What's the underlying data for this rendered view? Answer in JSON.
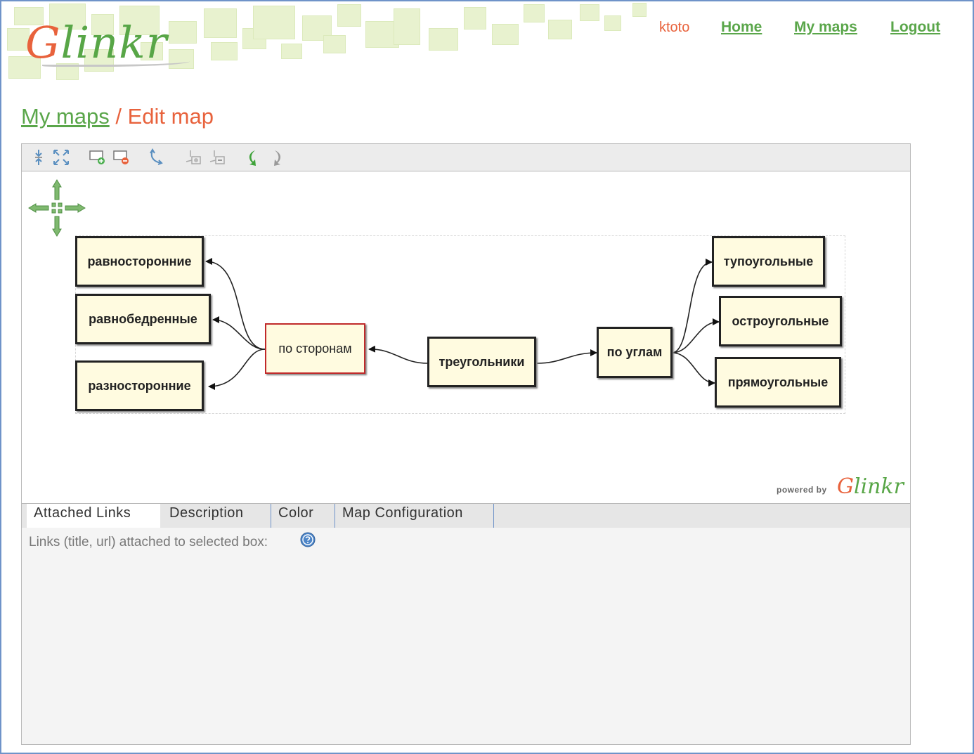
{
  "header": {
    "logo_first": "G",
    "logo_rest": "linkr",
    "username": "ktoto",
    "nav": [
      {
        "label": "Home"
      },
      {
        "label": "My maps"
      },
      {
        "label": "Logout"
      }
    ]
  },
  "breadcrumb": {
    "parent": "My maps",
    "separator": "/",
    "current": "Edit map"
  },
  "toolbar": {
    "buttons": [
      "collapse-icon",
      "expand-icon",
      "add-child-box-icon",
      "delete-box-icon",
      "reconnect-icon",
      "add-sibling-icon",
      "remove-sibling-icon",
      "undo-icon",
      "redo-icon"
    ]
  },
  "map": {
    "nodes": {
      "root": "треугольники",
      "sides": "по сторонам",
      "angles": "по углам",
      "equilateral": "равносторонние",
      "isosceles": "равнобедренные",
      "scalene": "разносторонние",
      "obtuse": "тупоугольные",
      "acute": "остроугольные",
      "right": "прямоугольные"
    },
    "selected": "sides"
  },
  "powered_by": {
    "label": "powered by",
    "logo_first": "G",
    "logo_rest": "linkr"
  },
  "tabs": [
    {
      "label": "Attached Links"
    },
    {
      "label": "Description"
    },
    {
      "label": "Color"
    },
    {
      "label": "Map Configuration"
    }
  ],
  "panel": {
    "label": "Links (title, url) attached to selected box:"
  },
  "colors": {
    "accent_orange": "#e8623c",
    "accent_green": "#5aa64a",
    "node_fill": "#fffbe0",
    "selected_border": "#c0292a"
  }
}
